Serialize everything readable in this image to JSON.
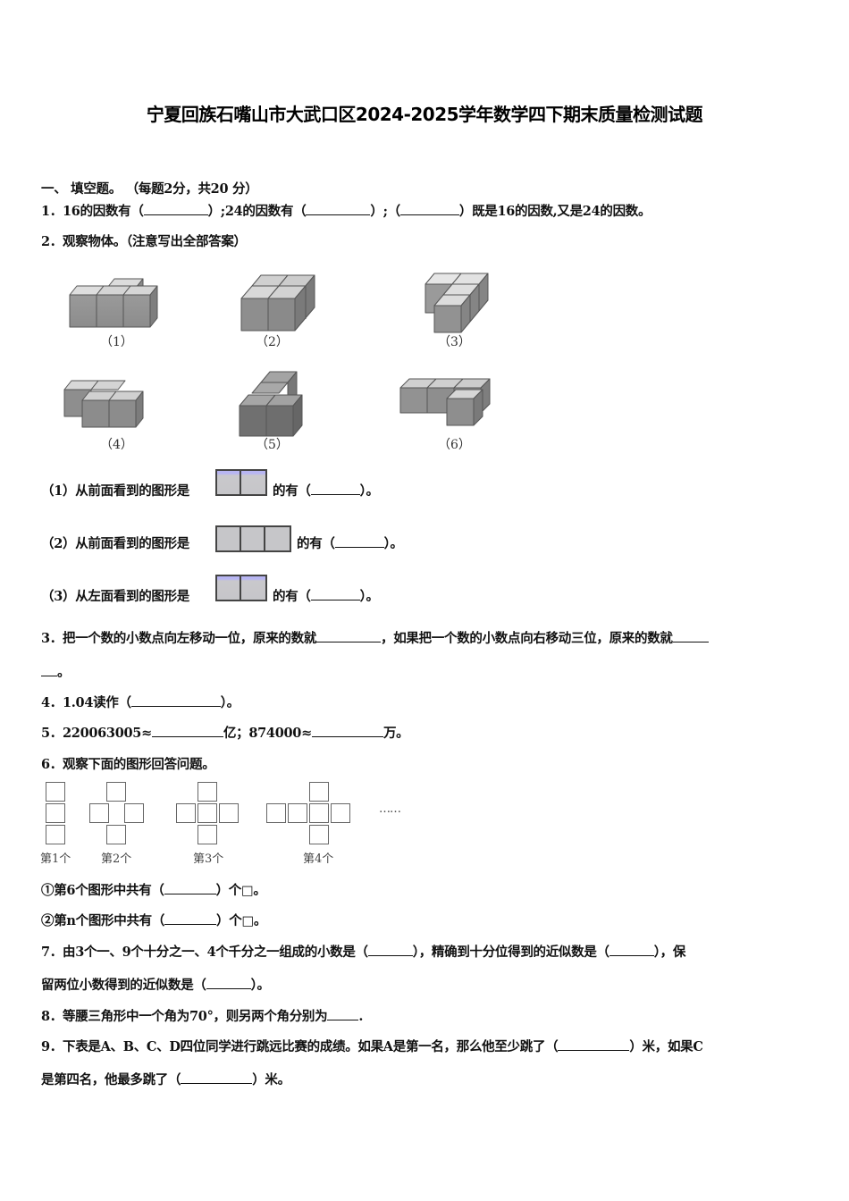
{
  "document": {
    "title": "宁夏回族石嘴山市大武口区2024-2025学年数学四下期末质量检测试题"
  },
  "section1": {
    "heading": "一、  填空题。 （每题2分，共20 分）"
  },
  "questions": {
    "q1": {
      "part_a": "1．16的因数有（",
      "part_b": "）;24的因数有（",
      "part_c": "）;（",
      "part_d": "）既是16的因数,又是24的因数。"
    },
    "q2": {
      "stem": "2．观察物体。（注意写出全部答案）",
      "figures": [
        {
          "label": "（1）"
        },
        {
          "label": "（2）"
        },
        {
          "label": "（3）"
        },
        {
          "label": "（4）"
        },
        {
          "label": "（5）"
        },
        {
          "label": "（6）"
        }
      ],
      "sub": [
        {
          "prefix": "（1）从前面看到的图形是",
          "suffix_a": "的有（",
          "suffix_b": "）。",
          "cells": 2
        },
        {
          "prefix": "（2）从前面看到的图形是",
          "suffix_a": "的有（",
          "suffix_b": "）。",
          "cells": 3
        },
        {
          "prefix": "（3）从左面看到的图形是",
          "suffix_a": "的有（",
          "suffix_b": "）。",
          "cells": 2
        }
      ]
    },
    "q3": {
      "part_a": "3．把一个数的小数点向左移动一位，原来的数就",
      "part_b": "，如果把一个数的小数点向右移动三位，原来的数就",
      "part_c": "。"
    },
    "q4": {
      "part_a": "4．1.04读作（",
      "part_b": "）。"
    },
    "q5": {
      "part_a": "5．220063005≈",
      "part_b": "亿；874000≈",
      "part_c": "万。"
    },
    "q6": {
      "stem": "6．观察下面的图形回答问题。",
      "pattern_labels": [
        "第1个",
        "第2个",
        "第3个",
        "第4个"
      ],
      "ellipsis": "……",
      "sub1_a": "①第6个图形中共有（",
      "sub1_b": "）个□。",
      "sub2_a": "②第n个图形中共有（",
      "sub2_b": "）个□。"
    },
    "q7": {
      "part_a": "7．由3个一、9个十分之一、4个千分之一组成的小数是（",
      "part_b": "），精确到十分位得到的近似数是（",
      "part_c": "），保",
      "part_d": "留两位小数得到的近似数是（",
      "part_e": "）。"
    },
    "q8": {
      "part_a": "8．等腰三角形中一个角为70°，则另两个角分别为",
      "part_b": "."
    },
    "q9": {
      "part_a": "9．下表是A、B、C、D四位同学进行跳远比赛的成绩。如果A是第一名，那么他至少跳了（",
      "part_b": "）米，如果C",
      "part_c": "是第四名，他最多跳了（",
      "part_d": "）米。"
    }
  }
}
